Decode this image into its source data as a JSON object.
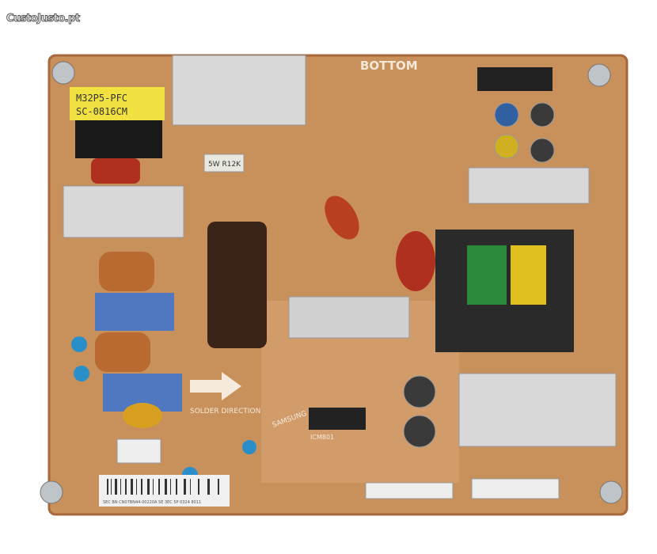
{
  "watermark": "CustoJusto.pt",
  "board": {
    "silkscreen_bottom": "BOTTOM",
    "transformer_label_line1": "M32P5-PFC",
    "transformer_label_line2": "SC-0816CM",
    "resistor_label": "5W R12K",
    "solder_direction": "SOLDER DIRECTION",
    "brand": "SAMSUNG",
    "ic_label": "ICM801",
    "barcode_text": "SEC BN CN07BN44-00220A SE 3EC 5P 0324 8011"
  },
  "colors": {
    "pcb": "#c8905a",
    "pcb_edge": "#a8683a",
    "heatsink": "#d8d8d8",
    "capacitor_blue": "#2a8fc8"
  }
}
